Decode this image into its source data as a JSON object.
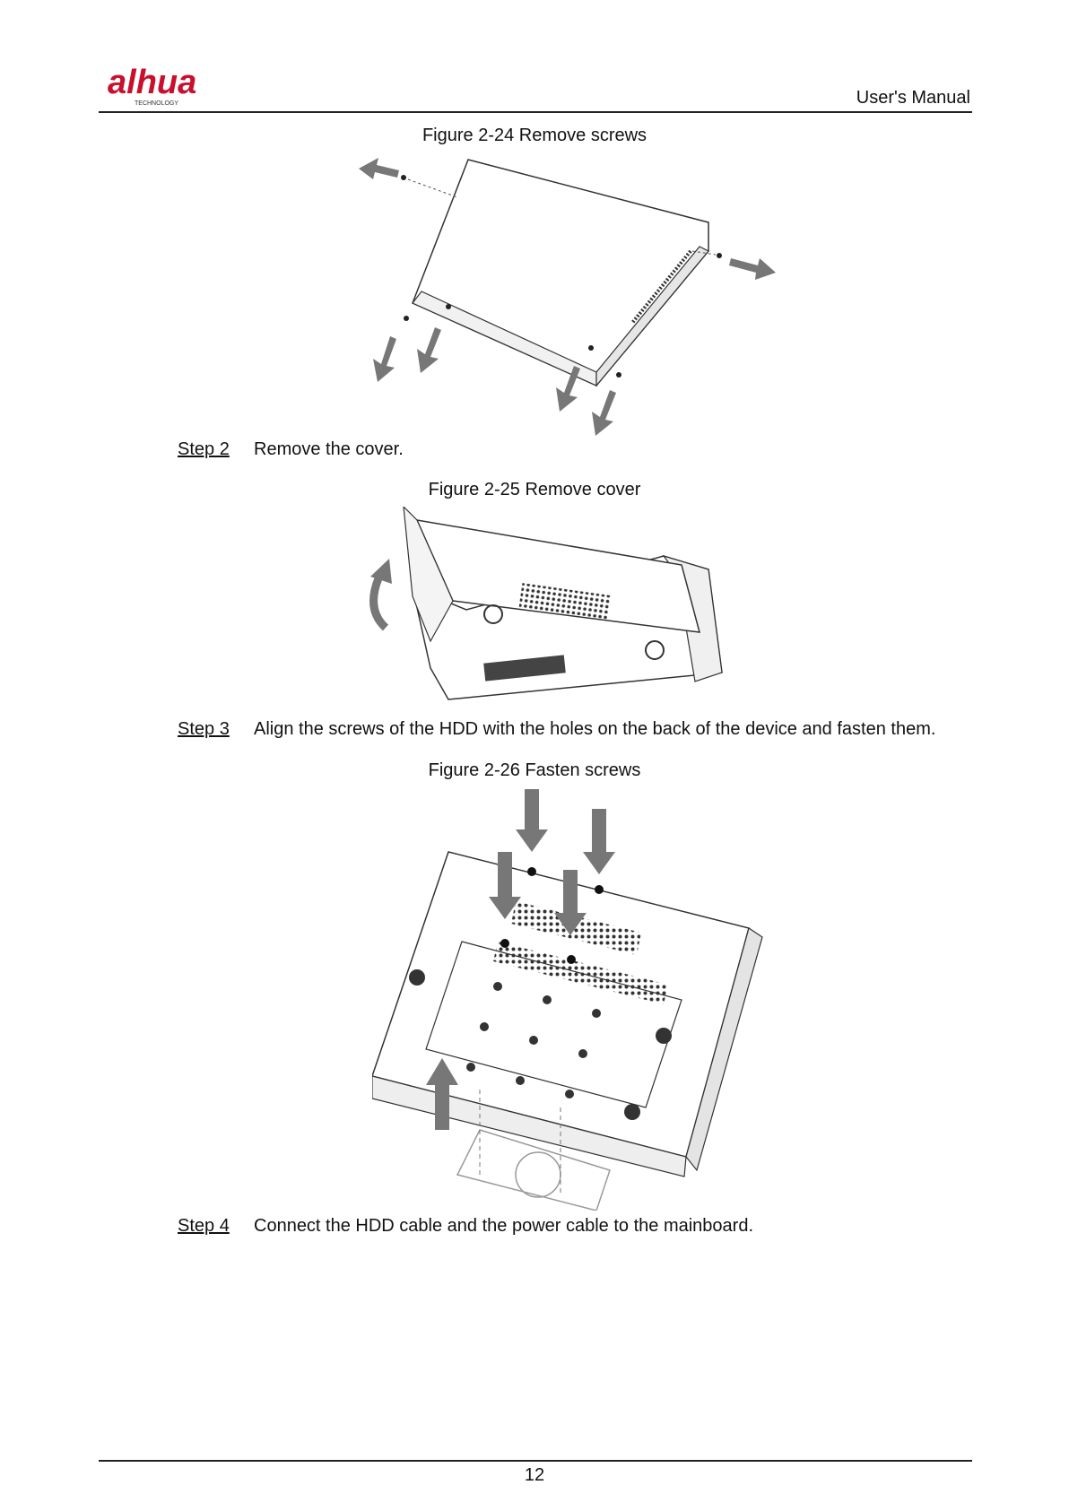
{
  "header": {
    "logo_text": "alhua",
    "logo_sub": "TECHNOLOGY",
    "manual_title": "User's Manual"
  },
  "figures": {
    "fig24": {
      "caption": "Figure 2-24 Remove screws"
    },
    "fig25": {
      "caption": "Figure 2-25 Remove cover"
    },
    "fig26": {
      "caption": "Figure 2-26 Fasten screws"
    }
  },
  "steps": [
    {
      "label": "Step 2",
      "text": "Remove the cover."
    },
    {
      "label": "Step 3",
      "text": "Align the screws of the HDD with the holes on the back of the device and fasten them."
    },
    {
      "label": "Step 4",
      "text": "Connect the HDD cable and the power cable to the mainboard."
    }
  ],
  "footer": {
    "page_number": "12"
  }
}
